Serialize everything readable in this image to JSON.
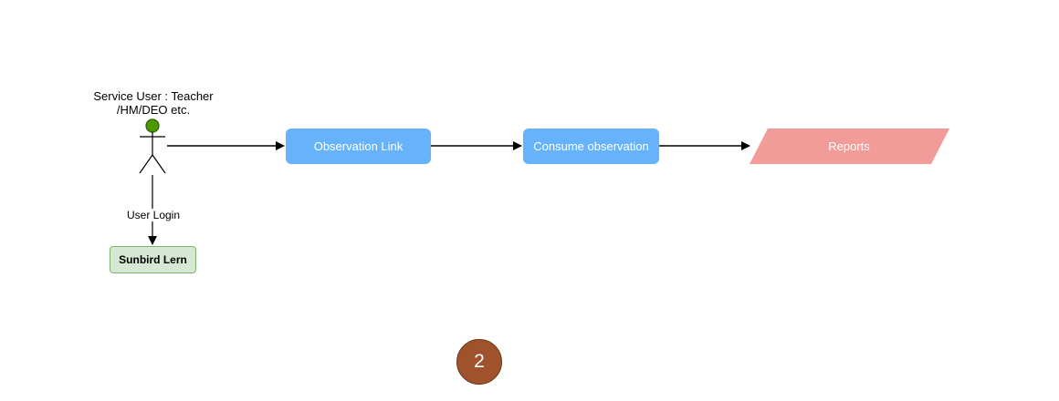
{
  "diagram": {
    "actor": {
      "label_line1": "Service User : Teacher",
      "label_line2": "/HM/DEO etc.",
      "head_color": "#4d9900"
    },
    "nodes": {
      "observation_link": "Observation Link",
      "consume_observation": "Consume observation",
      "reports": "Reports",
      "sunbird": "Sunbird Lern"
    },
    "edges": {
      "login_label": "User Login"
    },
    "colors": {
      "process_box": "#66b3fb",
      "reports_box": "#f19c99",
      "login_box_fill": "#d5e8d4",
      "login_box_border": "#82b366",
      "badge": "#a0522d"
    },
    "badge_number": "2"
  }
}
